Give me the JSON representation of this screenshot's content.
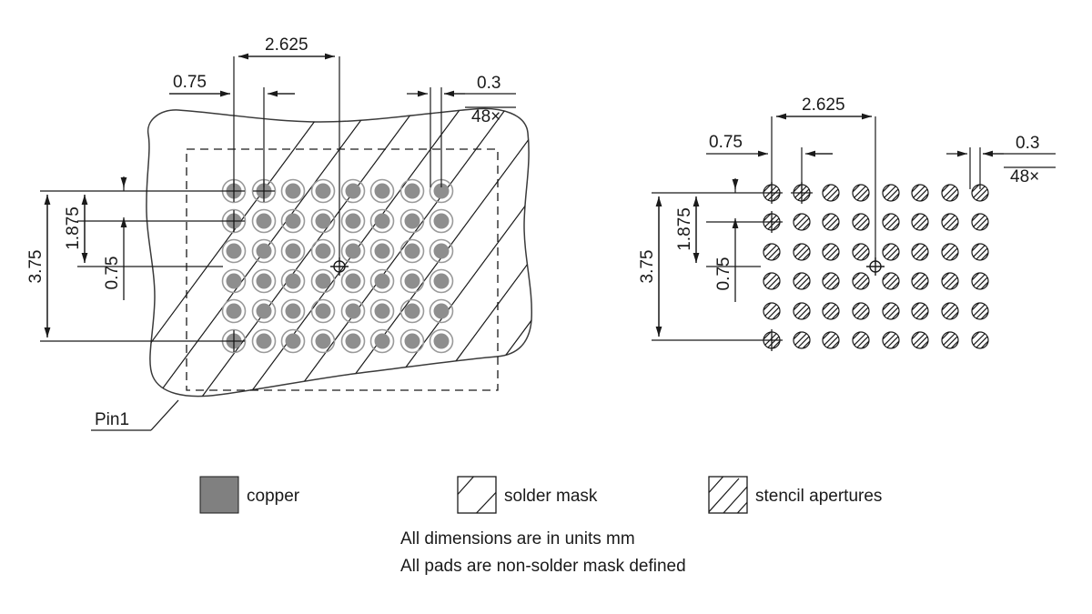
{
  "drawing": {
    "units_note": "All dimensions are in units mm",
    "pad_note": "All pads are non-solder mask defined",
    "pin1_label": "Pin1",
    "grid": {
      "columns": 8,
      "rows": 6,
      "total_pads": 48
    }
  },
  "left_view": {
    "name": "copper-and-solder-mask-view",
    "dimensions": {
      "top_pitch_span": "2.625",
      "top_first_pad": "0.75",
      "pad_diameter": "0.3",
      "pad_count": "48×",
      "left_full_span": "3.75",
      "left_half_span": "1.875",
      "left_first_pitch": "0.75"
    }
  },
  "right_view": {
    "name": "stencil-aperture-view",
    "dimensions": {
      "top_pitch_span": "2.625",
      "top_first_pad": "0.75",
      "aperture_diameter": "0.3",
      "aperture_count": "48×",
      "left_full_span": "3.75",
      "left_half_span": "1.875",
      "left_first_pitch": "0.75"
    }
  },
  "legend": {
    "items": [
      {
        "label": "copper",
        "swatch": "solid-gray-square",
        "color": "#808080"
      },
      {
        "label": "solder mask",
        "swatch": "sparse-diagonal-hatch-square",
        "color": "#ffffff"
      },
      {
        "label": "stencil apertures",
        "swatch": "dense-diagonal-hatch-square",
        "color": "#ffffff"
      }
    ]
  }
}
